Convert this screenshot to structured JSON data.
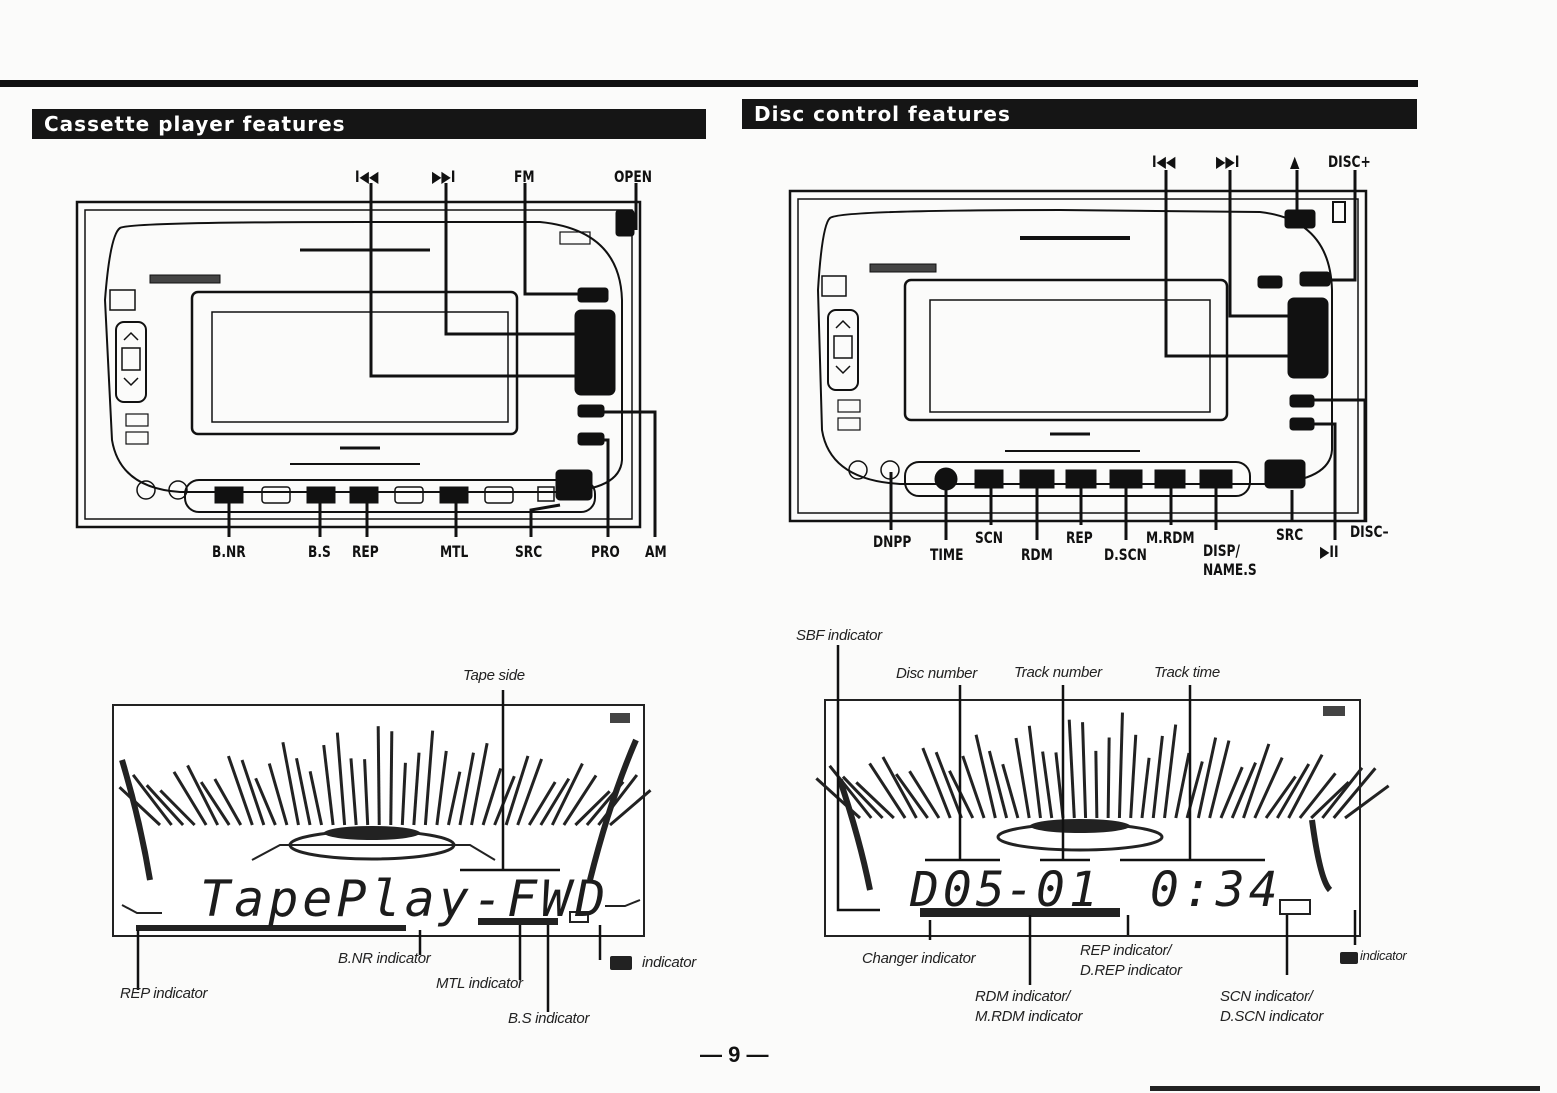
{
  "sections": {
    "cassette": {
      "title": "Cassette player features"
    },
    "disc": {
      "title": "Disc control features"
    }
  },
  "cassette_panel": {
    "top_labels": {
      "prev": "I◀◀",
      "next": "▶▶I",
      "fm": "FM",
      "open": "OPEN"
    },
    "bottom_labels": {
      "bnr": "B.NR",
      "bs": "B.S",
      "rep": "REP",
      "mtl": "MTL",
      "src": "SRC",
      "pro": "PRO",
      "am": "AM"
    }
  },
  "disc_panel": {
    "top_labels": {
      "prev": "I◀◀",
      "next": "▶▶I",
      "eject": "▲",
      "disc_plus": "DISC+"
    },
    "bottom_labels": {
      "dnpp": "DNPP",
      "time": "TIME",
      "scn": "SCN",
      "rdm": "RDM",
      "rep": "REP",
      "dscn": "D.SCN",
      "mrdm": "M.RDM",
      "disp_line1": "DISP/",
      "disp_line2": "NAME.S",
      "src": "SRC",
      "play_pause": "▶II",
      "disc_minus": "DISC–"
    }
  },
  "cassette_display": {
    "lcd_text": "TapePlay-FWD",
    "tape_side_label": "Tape side",
    "indicators": {
      "rep": "REP indicator",
      "bnr": "B.NR indicator",
      "mtl": "MTL indicator",
      "bs": "B.S indicator",
      "dolby": "indicator"
    }
  },
  "disc_display": {
    "lcd_disc": "D05",
    "lcd_sep": "-",
    "lcd_track": "01",
    "lcd_time": "0:34",
    "labels": {
      "sbf": "SBF indicator",
      "disc_number": "Disc number",
      "track_number": "Track number",
      "track_time": "Track time"
    },
    "indicators": {
      "changer": "Changer indicator",
      "rep_line1": "REP indicator/",
      "rep_line2": "D.REP indicator",
      "rdm_line1": "RDM indicator/",
      "rdm_line2": "M.RDM indicator",
      "scn_line1": "SCN indicator/",
      "scn_line2": "D.SCN indicator",
      "dolby": "indicator"
    }
  },
  "page_number": "— 9 —"
}
